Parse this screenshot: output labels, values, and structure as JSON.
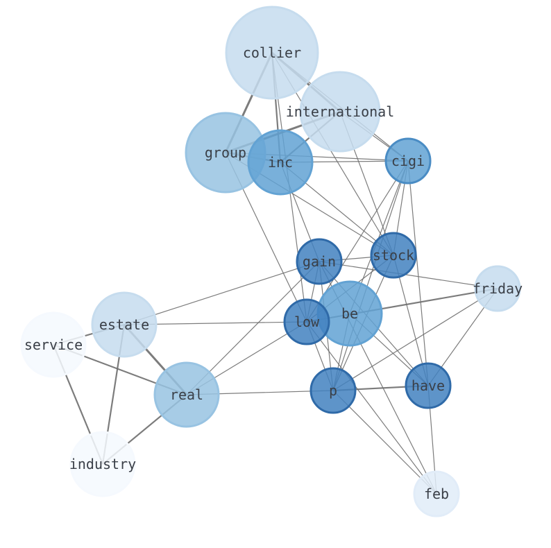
{
  "nodes": [
    {
      "id": "collier",
      "label": "collier",
      "fill": "#c6dcee",
      "stroke": "#c6dcee"
    },
    {
      "id": "international",
      "label": "international",
      "fill": "#c6dcee",
      "stroke": "#c6dcee"
    },
    {
      "id": "group",
      "label": "group",
      "fill": "#98c3e2",
      "stroke": "#98c3e2"
    },
    {
      "id": "inc",
      "label": "inc",
      "fill": "#62a2d3",
      "stroke": "#62a2d3"
    },
    {
      "id": "cigi",
      "label": "cigi",
      "fill": "#62a2d3",
      "stroke": "#4a8cc4"
    },
    {
      "id": "stock",
      "label": "stock",
      "fill": "#4281c0",
      "stroke": "#2f6aa8"
    },
    {
      "id": "gain",
      "label": "gain",
      "fill": "#4281c0",
      "stroke": "#2f6aa8"
    },
    {
      "id": "friday",
      "label": "friday",
      "fill": "#c6dcee",
      "stroke": "#c6dcee"
    },
    {
      "id": "estate",
      "label": "estate",
      "fill": "#c6dcee",
      "stroke": "#c6dcee"
    },
    {
      "id": "service",
      "label": "service",
      "fill": "#f5f9fe",
      "stroke": "#f5f9fe"
    },
    {
      "id": "be",
      "label": "be",
      "fill": "#62a2d3",
      "stroke": "#62a2d3"
    },
    {
      "id": "low",
      "label": "low",
      "fill": "#4281c0",
      "stroke": "#2f6aa8"
    },
    {
      "id": "real",
      "label": "real",
      "fill": "#98c3e2",
      "stroke": "#98c3e2"
    },
    {
      "id": "p",
      "label": "p",
      "fill": "#4281c0",
      "stroke": "#2f6aa8"
    },
    {
      "id": "have",
      "label": "have",
      "fill": "#4281c0",
      "stroke": "#2f6aa8"
    },
    {
      "id": "industry",
      "label": "industry",
      "fill": "#f5f9fe",
      "stroke": "#f5f9fe"
    },
    {
      "id": "feb",
      "label": "feb",
      "fill": "#e1ecf8",
      "stroke": "#e1ecf8"
    }
  ],
  "edges": [
    {
      "source": "collier",
      "target": "group",
      "weight": 3
    },
    {
      "source": "collier",
      "target": "international",
      "weight": 3
    },
    {
      "source": "collier",
      "target": "inc",
      "weight": 2
    },
    {
      "source": "collier",
      "target": "cigi",
      "weight": 1
    },
    {
      "source": "collier",
      "target": "stock",
      "weight": 1
    },
    {
      "source": "collier",
      "target": "low",
      "weight": 1
    },
    {
      "source": "international",
      "target": "group",
      "weight": 3
    },
    {
      "source": "international",
      "target": "inc",
      "weight": 2
    },
    {
      "source": "international",
      "target": "cigi",
      "weight": 1
    },
    {
      "source": "international",
      "target": "stock",
      "weight": 1
    },
    {
      "source": "group",
      "target": "inc",
      "weight": 2
    },
    {
      "source": "group",
      "target": "cigi",
      "weight": 1
    },
    {
      "source": "group",
      "target": "stock",
      "weight": 1
    },
    {
      "source": "group",
      "target": "low",
      "weight": 1
    },
    {
      "source": "inc",
      "target": "cigi",
      "weight": 1
    },
    {
      "source": "inc",
      "target": "stock",
      "weight": 1
    },
    {
      "source": "inc",
      "target": "gain",
      "weight": 1
    },
    {
      "source": "cigi",
      "target": "stock",
      "weight": 1
    },
    {
      "source": "cigi",
      "target": "be",
      "weight": 1
    },
    {
      "source": "cigi",
      "target": "low",
      "weight": 1
    },
    {
      "source": "cigi",
      "target": "p",
      "weight": 1
    },
    {
      "source": "cigi",
      "target": "have",
      "weight": 1
    },
    {
      "source": "stock",
      "target": "gain",
      "weight": 1
    },
    {
      "source": "stock",
      "target": "low",
      "weight": 1
    },
    {
      "source": "stock",
      "target": "p",
      "weight": 1
    },
    {
      "source": "stock",
      "target": "have",
      "weight": 1
    },
    {
      "source": "gain",
      "target": "friday",
      "weight": 1
    },
    {
      "source": "gain",
      "target": "estate",
      "weight": 1
    },
    {
      "source": "gain",
      "target": "low",
      "weight": 1
    },
    {
      "source": "gain",
      "target": "p",
      "weight": 1
    },
    {
      "source": "gain",
      "target": "have",
      "weight": 1
    },
    {
      "source": "gain",
      "target": "feb",
      "weight": 1
    },
    {
      "source": "gain",
      "target": "real",
      "weight": 1
    },
    {
      "source": "friday",
      "target": "low",
      "weight": 2
    },
    {
      "source": "friday",
      "target": "p",
      "weight": 1
    },
    {
      "source": "friday",
      "target": "have",
      "weight": 1
    },
    {
      "source": "estate",
      "target": "low",
      "weight": 1
    },
    {
      "source": "estate",
      "target": "service",
      "weight": 2
    },
    {
      "source": "estate",
      "target": "real",
      "weight": 3
    },
    {
      "source": "estate",
      "target": "industry",
      "weight": 2
    },
    {
      "source": "service",
      "target": "real",
      "weight": 2
    },
    {
      "source": "service",
      "target": "industry",
      "weight": 2
    },
    {
      "source": "real",
      "target": "industry",
      "weight": 2
    },
    {
      "source": "real",
      "target": "p",
      "weight": 1
    },
    {
      "source": "real",
      "target": "low",
      "weight": 1
    },
    {
      "source": "low",
      "target": "p",
      "weight": 1
    },
    {
      "source": "low",
      "target": "feb",
      "weight": 1
    },
    {
      "source": "be",
      "target": "p",
      "weight": 1
    },
    {
      "source": "be",
      "target": "have",
      "weight": 1
    },
    {
      "source": "p",
      "target": "have",
      "weight": 2
    },
    {
      "source": "p",
      "target": "feb",
      "weight": 1
    },
    {
      "source": "have",
      "target": "feb",
      "weight": 1
    }
  ]
}
